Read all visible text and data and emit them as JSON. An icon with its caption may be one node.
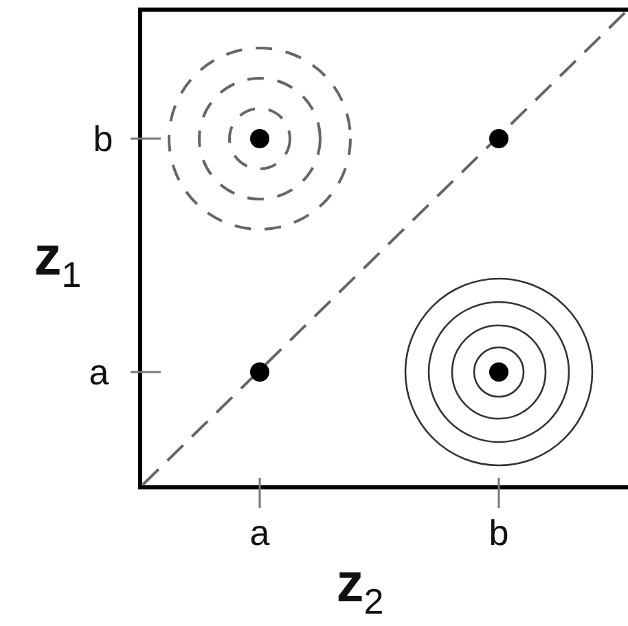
{
  "diagram": {
    "labels": [
      "b",
      "z$_{1}$",
      "a",
      "a",
      "b",
      "z$_{2}$"
    ]
  }
}
